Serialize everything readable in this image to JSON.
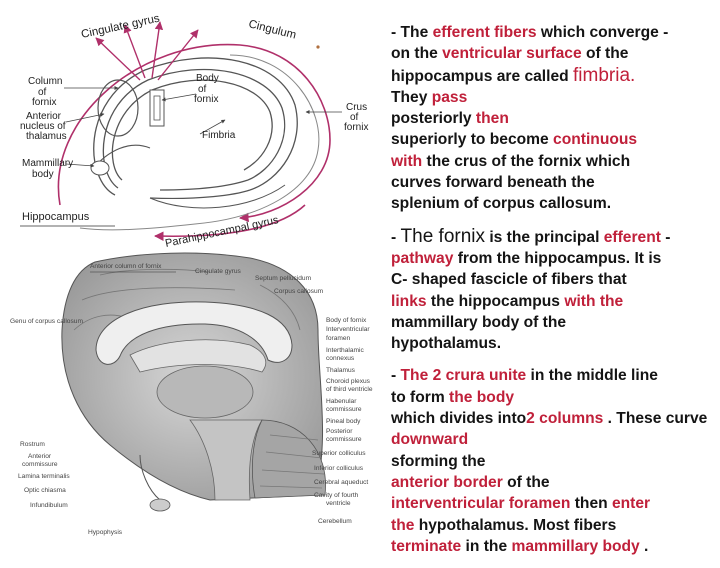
{
  "figure_top": {
    "labels": {
      "cingulate_gyrus": "Cingulate gyrus",
      "cingulum": "Cingulum",
      "column_of_fornix": [
        "Column",
        "of",
        "fornix"
      ],
      "body_of_fornix": [
        "Body",
        "of",
        "fornix"
      ],
      "anterior_nucleus": [
        "Anterior",
        "nucleus of",
        "thalamus"
      ],
      "crus_of_fornix": [
        "Crus",
        "of",
        "fornix"
      ],
      "fimbria": "Fimbria",
      "mammillary_body": [
        "Mammillary",
        "body"
      ],
      "hippocampus": "Hippocampus",
      "parahippocampal_gyrus": "Parahippocampal gyrus"
    }
  },
  "figure_bottom": {
    "labels": {
      "anterior_column": "Anterior column of fornix",
      "cingulate_gyrus": "Cingulate gyrus",
      "septum_pellucidum": "Septum pellucidum",
      "corpus_callosum": "Corpus callosum",
      "genu": "Genu of corpus callosum",
      "right": [
        "Body of fornix",
        "Interventricular",
        "foramen",
        "Interthalamic",
        "connexus",
        "Thalamus",
        "Choroid plexus",
        "of third ventricle",
        "Habenular",
        "commissure",
        "Pineal body",
        "Posterior",
        "commissure",
        "Superior colliculus",
        "Inferior colliculus",
        "Cerebral aqueduct",
        "Cavity of fourth",
        "ventricle",
        "Cerebellum"
      ],
      "left": [
        "Rostrum",
        "Anterior",
        "commissure",
        "Lamina terminalis",
        "Optic chiasma",
        "Infundibulum",
        "Hypophysis"
      ]
    }
  },
  "text": {
    "p1": [
      {
        "t": "- The ",
        "c": "dark"
      },
      {
        "t": "efferent fibers",
        "c": "red"
      },
      {
        "t": " which converge -",
        "c": "dark"
      },
      {
        "t": "on the ",
        "c": "dark"
      },
      {
        "t": "ventricular surface",
        "c": "red"
      },
      {
        "t": " of the",
        "c": "dark"
      },
      {
        "t": "hippocampus are called ",
        "c": "dark"
      },
      {
        "t": "fimbria.",
        "c": "red-big"
      },
      {
        "t": "They ",
        "c": "dark"
      },
      {
        "t": "pass",
        "c": "red"
      },
      {
        "t": " posteriorly ",
        "c": "dark"
      },
      {
        "t": "then",
        "c": "red"
      },
      {
        "t": "superiorly to become ",
        "c": "dark"
      },
      {
        "t": "continuous",
        "c": "red"
      },
      {
        "t": "with",
        "c": "red"
      },
      {
        "t": " the crus of the fornix which",
        "c": "dark"
      },
      {
        "t": "curves forward beneath the",
        "c": "dark"
      },
      {
        "t": "splenium of corpus callosum.",
        "c": "dark"
      }
    ],
    "p2": [
      {
        "t": "- ",
        "c": "dark"
      },
      {
        "t": "The fornix",
        "c": "dark-big"
      },
      {
        "t": " is the principal ",
        "c": "dark"
      },
      {
        "t": "efferent",
        "c": "red"
      },
      {
        "t": " -",
        "c": "dark"
      },
      {
        "t": "pathway",
        "c": "red"
      },
      {
        "t": " from the hippocampus. It is",
        "c": "dark"
      },
      {
        "t": "C- shaped fascicle of fibers that",
        "c": "dark"
      },
      {
        "t": "links",
        "c": "red"
      },
      {
        "t": " the hippocampus ",
        "c": "dark"
      },
      {
        "t": "with the",
        "c": "red"
      },
      {
        "t": "mammillary body of the",
        "c": "dark"
      },
      {
        "t": "hypothalamus.",
        "c": "dark"
      }
    ],
    "p3": [
      {
        "t": "- ",
        "c": "dark"
      },
      {
        "t": "The 2 crura",
        "c": "red"
      },
      {
        "t": " ",
        "c": "dark"
      },
      {
        "t": "unite",
        "c": "red"
      },
      {
        "t": " in the middle line",
        "c": "dark"
      },
      {
        "t": "to form ",
        "c": "dark"
      },
      {
        "t": "the body",
        "c": "red"
      },
      {
        "t": " which divides into",
        "c": "dark"
      },
      {
        "t": "2 columns",
        "c": "red"
      },
      {
        "t": " . These curve ",
        "c": "dark"
      },
      {
        "t": "downward",
        "c": "red"
      },
      {
        "t": "s",
        "c": "dark"
      },
      {
        "t": "forming the ",
        "c": "dark"
      },
      {
        "t": "anterior border",
        "c": "red"
      },
      {
        "t": " of the",
        "c": "dark"
      },
      {
        "t": "interventricular foramen",
        "c": "red"
      },
      {
        "t": " then ",
        "c": "dark"
      },
      {
        "t": "enter",
        "c": "red"
      },
      {
        "t": "the",
        "c": "red"
      },
      {
        "t": " hypothalamus. Most fibers",
        "c": "dark"
      },
      {
        "t": "terminate",
        "c": "red"
      },
      {
        "t": " in the ",
        "c": "dark"
      },
      {
        "t": "mammillary body",
        "c": "red"
      },
      {
        "t": " .",
        "c": "dark"
      }
    ]
  },
  "colors": {
    "red": "#c0203a",
    "dark": "#141414",
    "arrow": "#b0306a"
  }
}
